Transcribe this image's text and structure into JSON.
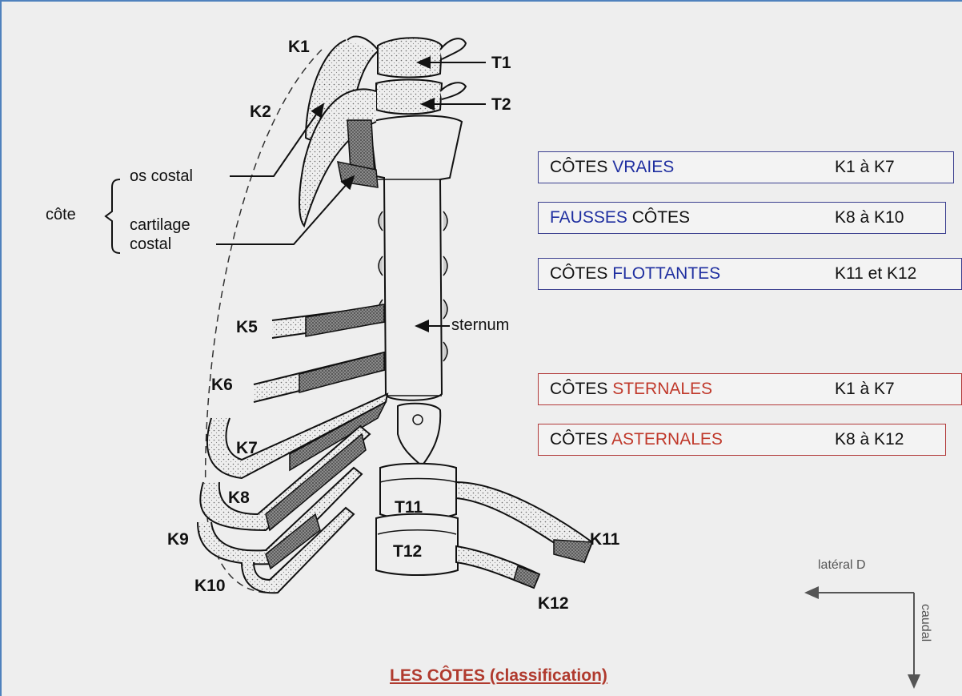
{
  "title": "LES CÔTES (classification)",
  "rib_labels": {
    "k1": "K1",
    "k2": "K2",
    "k5": "K5",
    "k6": "K6",
    "k7": "K7",
    "k8": "K8",
    "k9": "K9",
    "k10": "K10",
    "k11": "K11",
    "k12": "K12"
  },
  "vertebra_labels": {
    "t1": "T1",
    "t2": "T2",
    "t11": "T11",
    "t12": "T12"
  },
  "annotations": {
    "cote": "côte",
    "os_costal": "os costal",
    "cartilage_line1": "cartilage",
    "cartilage_line2": "costal",
    "sternum": "sternum"
  },
  "classification_boxes": [
    {
      "prefix": "CÔTES ",
      "highlight": "VRAIES",
      "suffix": "",
      "range": "K1 à K7",
      "color": "#1f2fa0"
    },
    {
      "prefix": "",
      "highlight": "FAUSSES",
      "suffix": " CÔTES",
      "range": "K8 à K10",
      "color": "#1f2fa0"
    },
    {
      "prefix": "CÔTES ",
      "highlight": "FLOTTANTES",
      "suffix": "",
      "range": "K11 et K12",
      "color": "#1f2fa0"
    },
    {
      "prefix": "CÔTES ",
      "highlight": "STERNALES",
      "suffix": "",
      "range": "K1 à K7",
      "color": "#c0392b"
    },
    {
      "prefix": "CÔTES ",
      "highlight": "ASTERNALES",
      "suffix": "",
      "range": "K8 à K12",
      "color": "#c0392b"
    }
  ],
  "orientation": {
    "lateral": "latéral D",
    "caudal": "caudal"
  },
  "colors": {
    "frame": "#4f81bd",
    "blue_box": "#3b3f8f",
    "red_box": "#b23a3a",
    "title": "#b03a2e"
  }
}
